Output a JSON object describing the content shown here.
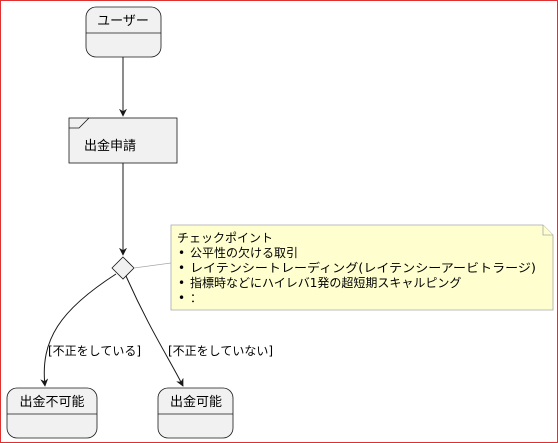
{
  "diagram": {
    "start_state": {
      "label": "ユーザー"
    },
    "action": {
      "label": "出金申請"
    },
    "note": {
      "title": "チェックポイント",
      "items": [
        "公平性の欠ける取引",
        "レイテンシートレーディング(レイテンシーアービトラージ)",
        "指標時などにハイレバ1発の超短期スキャルピング",
        "："
      ],
      "bullet": "•"
    },
    "guards": {
      "left": "[不正をしている]",
      "right": "[不正をしていない]"
    },
    "end_states": {
      "left": {
        "label": "出金不可能"
      },
      "right": {
        "label": "出金可能"
      }
    }
  },
  "colors": {
    "node_fill": "#f1f1f1",
    "node_stroke": "#181818",
    "note_fill": "#fefece",
    "note_stroke": "#a8a8a8",
    "edge": "#181818",
    "frame": "#e03030"
  }
}
